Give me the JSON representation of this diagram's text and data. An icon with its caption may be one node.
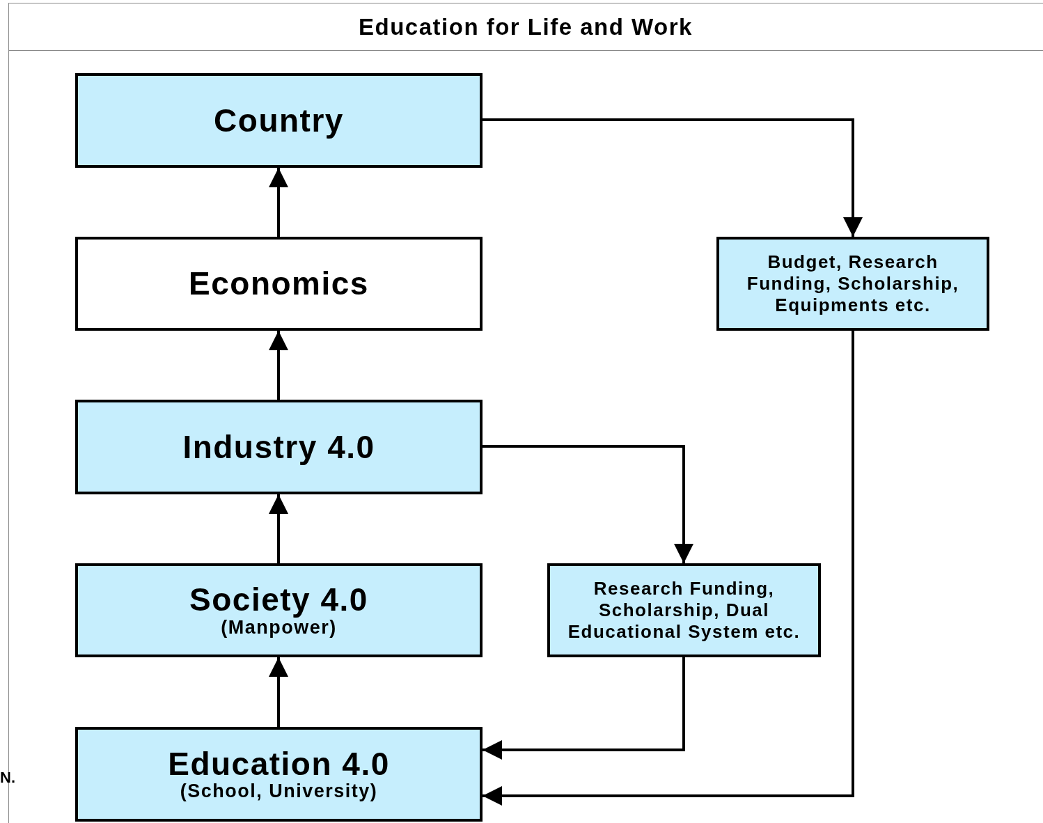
{
  "diagram": {
    "title": "Education for Life and Work",
    "nodes": [
      {
        "text": [
          "Country"
        ]
      },
      {
        "text": [
          "Economics"
        ]
      },
      {
        "text": [
          "Industry 4.0"
        ]
      },
      {
        "text": [
          "Society 4.0",
          "(Manpower)"
        ]
      },
      {
        "text": [
          "Education 4.0",
          "(School, University)"
        ]
      },
      {
        "text": [
          "Budget, Research Funding, Scholarship, Equipments etc."
        ]
      },
      {
        "text": [
          "Research Funding, Scholarship, Dual Educational System etc."
        ]
      }
    ],
    "edges": [
      {
        "from": 1,
        "to": 0,
        "arrow": "to"
      },
      {
        "from": 2,
        "to": 1,
        "arrow": "to"
      },
      {
        "from": 3,
        "to": 2,
        "arrow": "to"
      },
      {
        "from": 4,
        "to": 3,
        "arrow": "to"
      },
      {
        "from": 0,
        "to": 5,
        "arrow": "to"
      },
      {
        "from": 2,
        "to": 6,
        "arrow": "to"
      },
      {
        "from": 6,
        "to": 4,
        "arrow": "to"
      },
      {
        "from": 5,
        "to": 4,
        "arrow": "to"
      }
    ],
    "labels": [
      "N."
    ]
  }
}
